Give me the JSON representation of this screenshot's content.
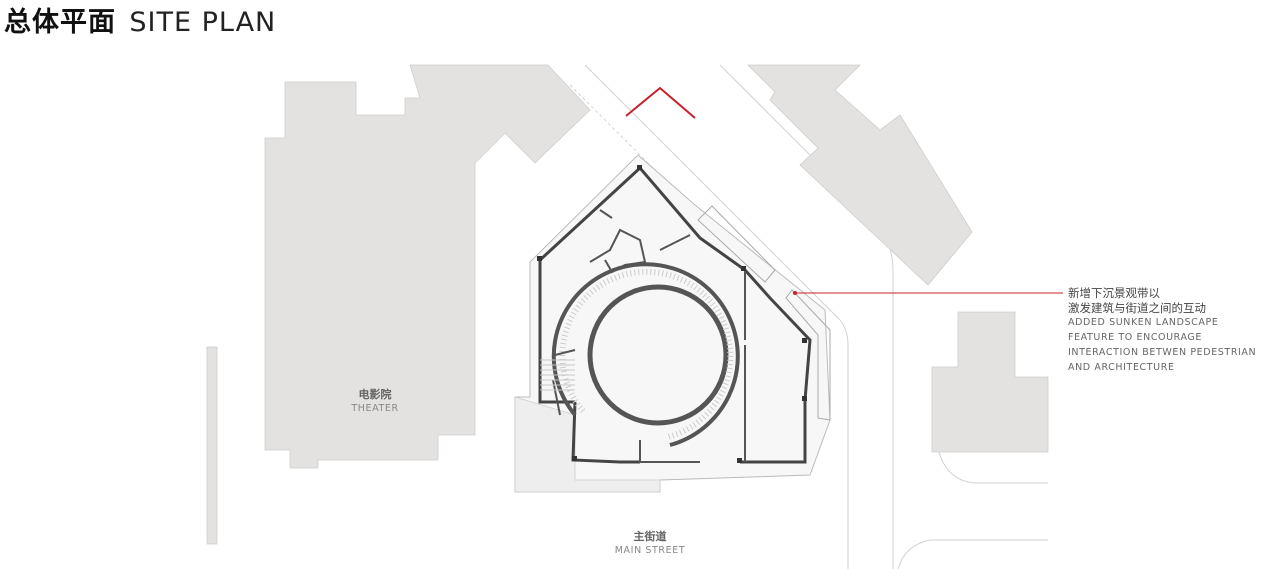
{
  "title": {
    "cn": "总体平面",
    "en": "SITE PLAN"
  },
  "labels": {
    "theater": {
      "cn": "电影院",
      "en": "THEATER"
    },
    "main_street": {
      "cn": "主街道",
      "en": "MAIN STREET"
    }
  },
  "annotation": {
    "cn_lines": [
      "新增下沉景观带以",
      "激发建筑与街道之间的互动"
    ],
    "en_lines": [
      "ADDED SUNKEN LANDSCAPE",
      "FEATURE TO ENCOURAGE",
      "INTERACTION BETWEN PEDESTRIAN",
      "AND ARCHITECTURE"
    ]
  },
  "colors": {
    "building_fill": "#e3e2e0",
    "wall": "#444444",
    "road_line": "#d2d2d2",
    "accent_red": "#c8202a"
  }
}
